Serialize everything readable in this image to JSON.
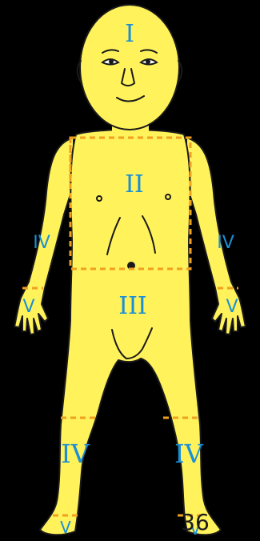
{
  "diagram": {
    "regions": {
      "head": "I",
      "trunk_upper": "II",
      "trunk_lower": "III",
      "upper_arm_left": "IV",
      "upper_arm_right": "IV",
      "hand_left": "V",
      "hand_right": "V",
      "leg_left": "IV",
      "leg_right": "IV",
      "foot_left": "V",
      "foot_right": "V"
    },
    "page_number": "36"
  },
  "colors": {
    "background": "#000000",
    "body_fill": "#fff25a",
    "outline": "#1a1a1a",
    "boundary_dashes": "#f0a020",
    "label": "#1a8fd6"
  }
}
